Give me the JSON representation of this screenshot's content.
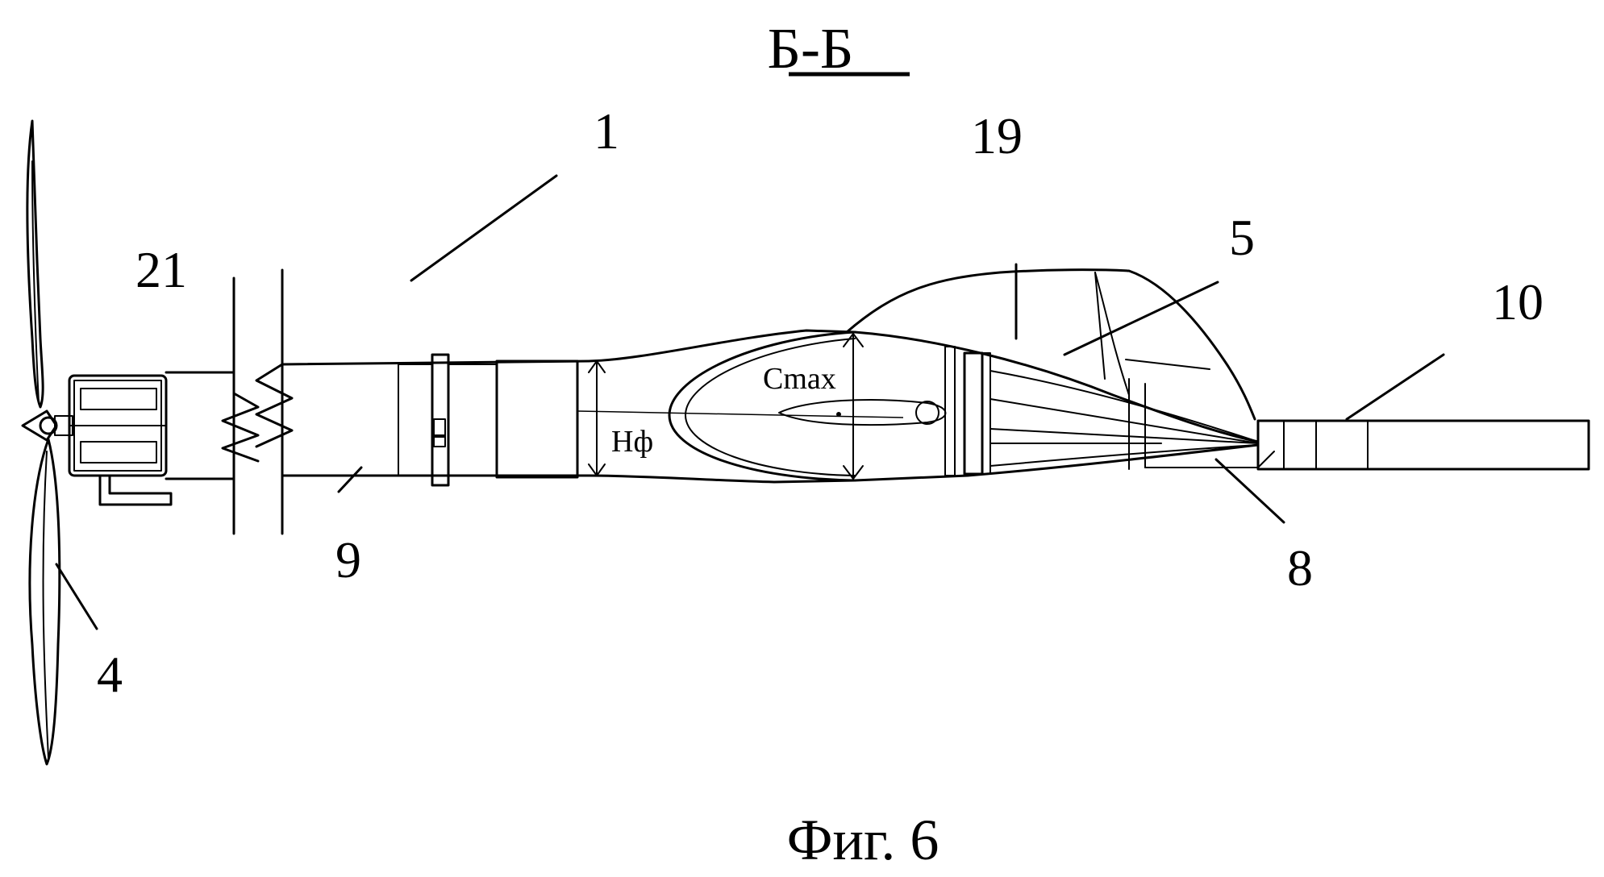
{
  "section": {
    "title": "Б-Б"
  },
  "figure": {
    "caption": "Фиг. 6"
  },
  "labels": {
    "n1": "1",
    "n19": "19",
    "n21": "21",
    "n5": "5",
    "n10": "10",
    "n9": "9",
    "n8": "8",
    "n4": "4"
  },
  "dimensions": {
    "cmax": "Cmax",
    "hf": "Hф"
  },
  "colors": {
    "ink": "#000000",
    "paper": "#ffffff"
  }
}
